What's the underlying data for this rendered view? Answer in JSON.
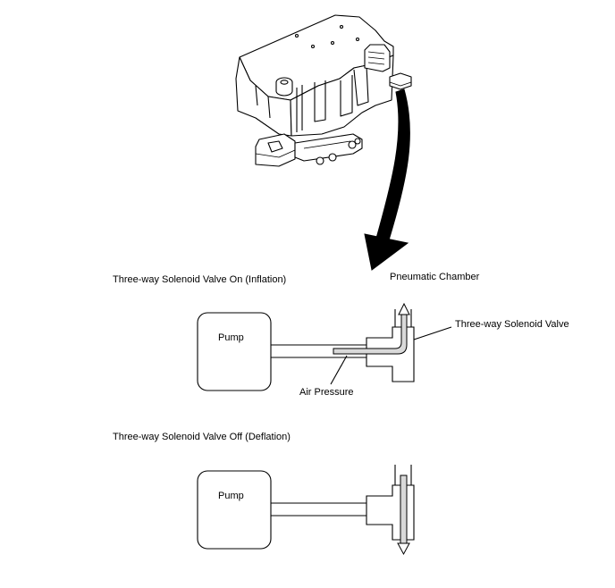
{
  "labels": {
    "pneumatic_chamber": "Pneumatic Chamber",
    "solenoid_on_title": "Three-way Solenoid Valve On (Inflation)",
    "solenoid_off_title": "Three-way Solenoid Valve Off (Deflation)",
    "three_way_solenoid_valve": "Three-way Solenoid Valve",
    "air_pressure": "Air Pressure",
    "pump_on": "Pump",
    "pump_off": "Pump"
  },
  "colors": {
    "line": "#000000",
    "fill_valve_passage": "#d9d9d9",
    "background": "#ffffff"
  },
  "icons": {
    "device": "solenoid-valve-assembly-drawing",
    "arrow": "curved-arrow-down"
  }
}
